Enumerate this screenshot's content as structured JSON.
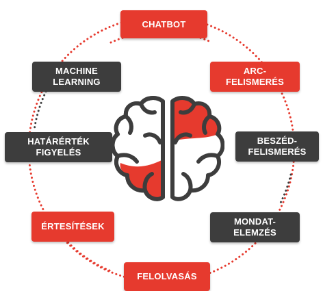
{
  "colors": {
    "accent": "#e63a2e",
    "dark": "#3d3d3d"
  },
  "brain": {
    "icon": "brain-icon"
  },
  "items": {
    "chatbot": "CHATBOT",
    "arcfelismeres": "ARC-\nFELISMERÉS",
    "beszedfelismeres": "BESZÉD-\nFELISMERÉS",
    "mondatelemzes": "MONDAT-\nELEMZÉS",
    "felolvasas": "FELOLVASÁS",
    "ertesitesek": "ÉRTESÍTÉSEK",
    "hatarertek": "HATÁRÉRTÉK\nFIGYELÉS",
    "machinelearning": "MACHINE\nLEARNING"
  }
}
